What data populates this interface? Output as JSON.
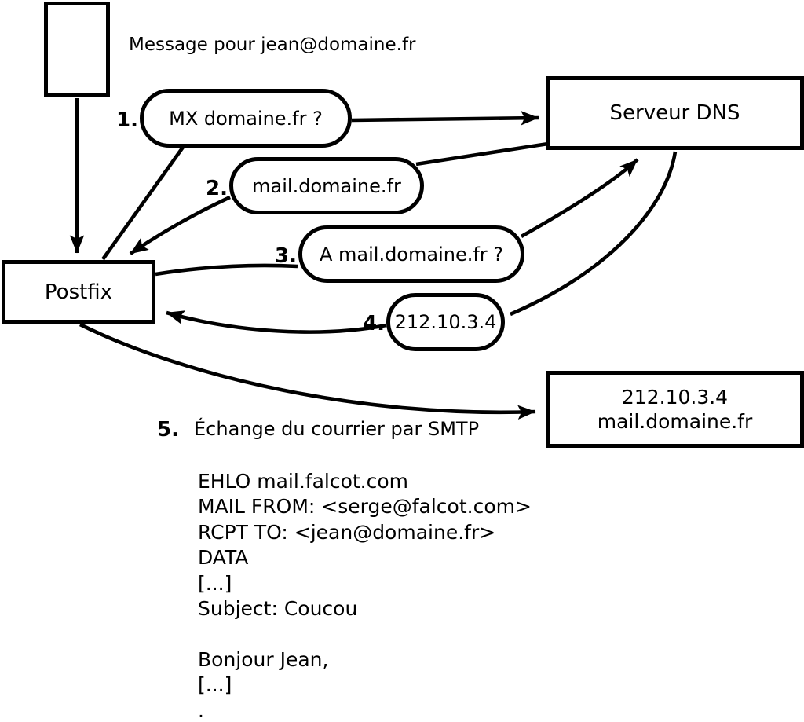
{
  "diagram": {
    "background": "#ffffff",
    "stroke_color": "#000000",
    "message_note": "Message pour jean@domaine.fr",
    "nodes": {
      "postfix": {
        "label": "Postfix"
      },
      "dns": {
        "label": "Serveur DNS"
      },
      "destination": {
        "line1": "212.10.3.4",
        "line2": "mail.domaine.fr"
      }
    },
    "steps": [
      {
        "number": "1.",
        "label": "MX domaine.fr ?"
      },
      {
        "number": "2.",
        "label": "mail.domaine.fr"
      },
      {
        "number": "3.",
        "label": "A mail.domaine.fr ?"
      },
      {
        "number": "4.",
        "label": "212.10.3.4"
      },
      {
        "number": "5.",
        "label": "Échange du courrier par SMTP"
      }
    ],
    "smtp_session": [
      "EHLO mail.falcot.com",
      "MAIL FROM: <serge@falcot.com>",
      "RCPT TO: <jean@domaine.fr>",
      "DATA",
      "[...]",
      "Subject: Coucou",
      "",
      "Bonjour Jean,",
      "[...]",
      "."
    ]
  }
}
